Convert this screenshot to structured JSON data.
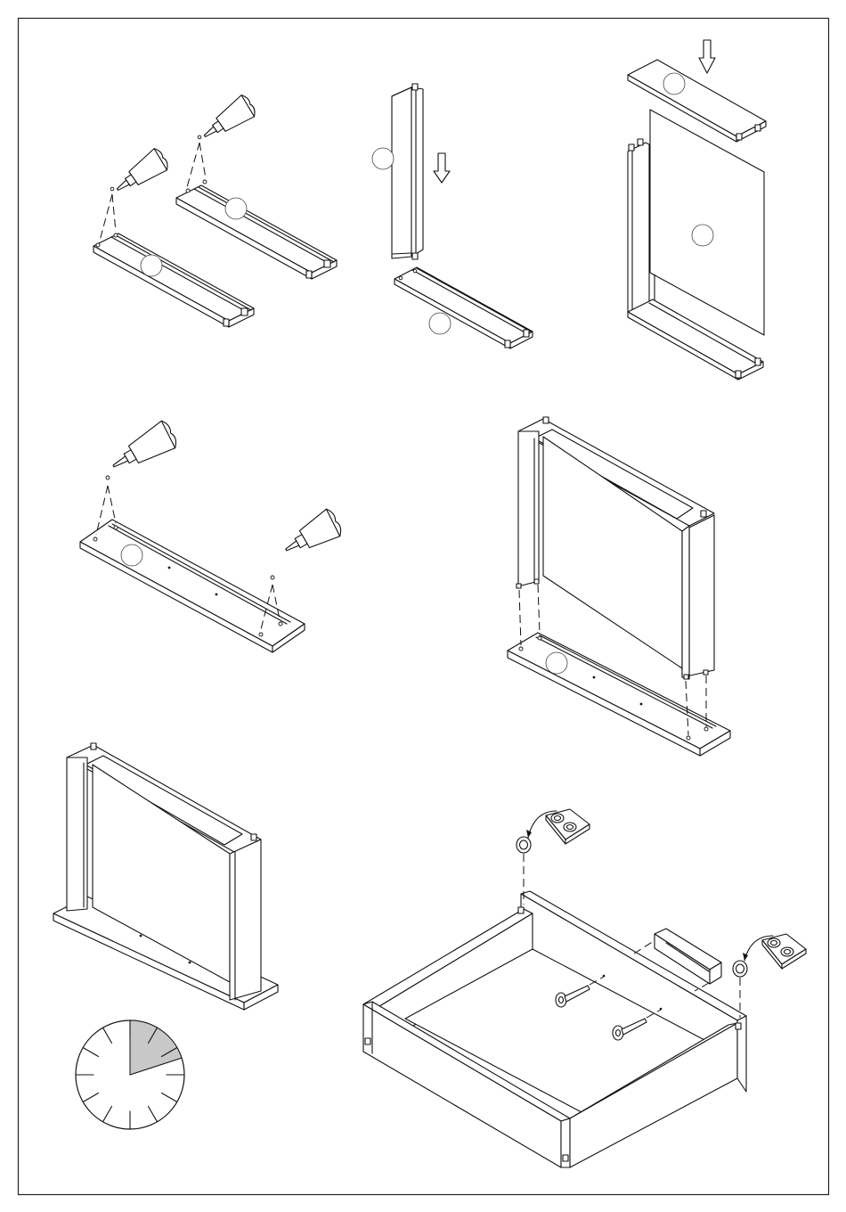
{
  "page": {
    "border_color": "#222222",
    "background": "#ffffff"
  },
  "steps": [
    {
      "id": "step-1",
      "description_icon": "glue-tube-icon",
      "parts": [
        "shelf-board",
        "shelf-board"
      ]
    },
    {
      "id": "step-2",
      "description_icon": "down-arrow-icon",
      "parts": [
        "side-panel",
        "bottom-board"
      ]
    },
    {
      "id": "step-3",
      "description_icon": "down-arrow-icon",
      "parts": [
        "top-board",
        "back-panel",
        "frame"
      ]
    },
    {
      "id": "step-4",
      "description_icon": "glue-tube-icon",
      "parts": [
        "base-board"
      ]
    },
    {
      "id": "step-5",
      "description_icon": "none",
      "parts": [
        "frame",
        "base-board"
      ]
    },
    {
      "id": "step-6",
      "description_icon": "none",
      "parts": [
        "assembled-frame"
      ]
    },
    {
      "id": "step-7",
      "description_icon": "cam-lock-icon",
      "parts": [
        "drawer-box",
        "runner-bracket",
        "handle-screw",
        "handle-screw"
      ]
    }
  ],
  "time_gauge": {
    "icon": "clock-icon",
    "shaded_fraction": 0.2,
    "shade_color": "#c8c8c8"
  }
}
